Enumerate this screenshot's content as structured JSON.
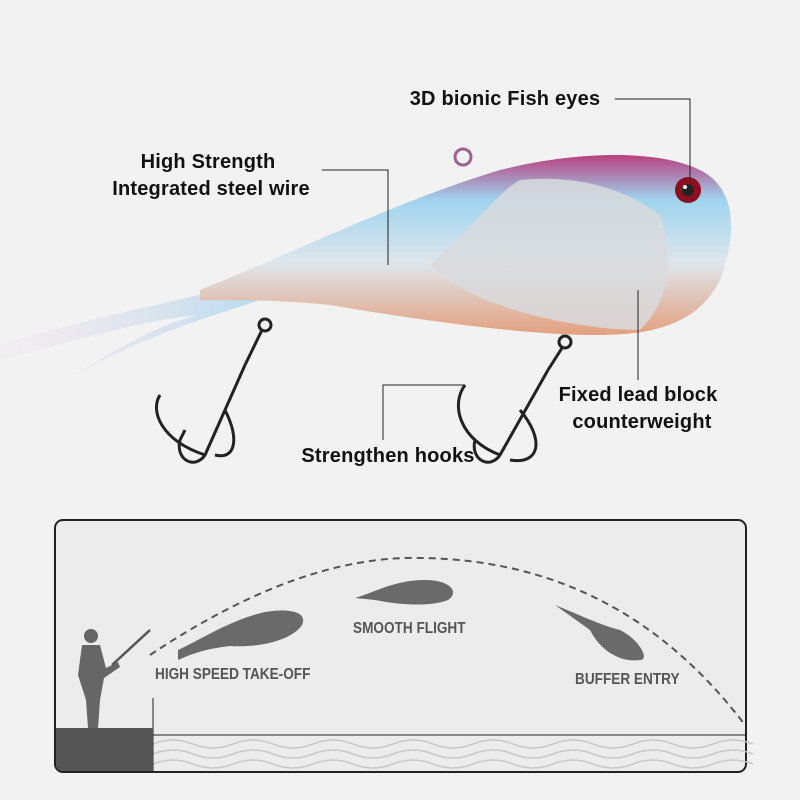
{
  "callouts": {
    "eyes": "3D bionic Fish eyes",
    "wire_line1": "High Strength",
    "wire_line2": "Integrated steel wire",
    "lead_line1": "Fixed lead block",
    "lead_line2": "counterweight",
    "hooks": "Strengthen hooks"
  },
  "flight_panel": {
    "stage1": "HIGH SPEED TAKE-OFF",
    "stage2": "SMOOTH FLIGHT",
    "stage3": "BUFFER ENTRY"
  },
  "colors": {
    "panel_bg": "#ececec",
    "silhouette": "#6a6a6a",
    "lure_blue": "#8fd0ee",
    "lure_pink": "#c0407a"
  }
}
